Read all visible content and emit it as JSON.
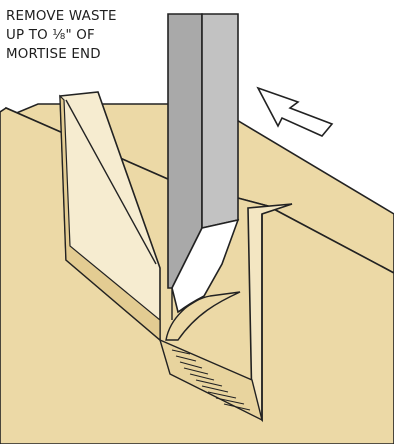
{
  "caption": {
    "line1": "REMOVE WASTE",
    "line2": "UP TO ⅛\" OF",
    "line3": "MORTISE END"
  },
  "colors": {
    "background": "#ffffff",
    "wood": "#ecd9a6",
    "wood_shadow": "#d8c187",
    "chisel_steel": "#b2b2b2",
    "blade_face": "#ffffff",
    "outline": "#222222"
  },
  "icons": [
    "arrow-icon",
    "chisel-icon"
  ]
}
